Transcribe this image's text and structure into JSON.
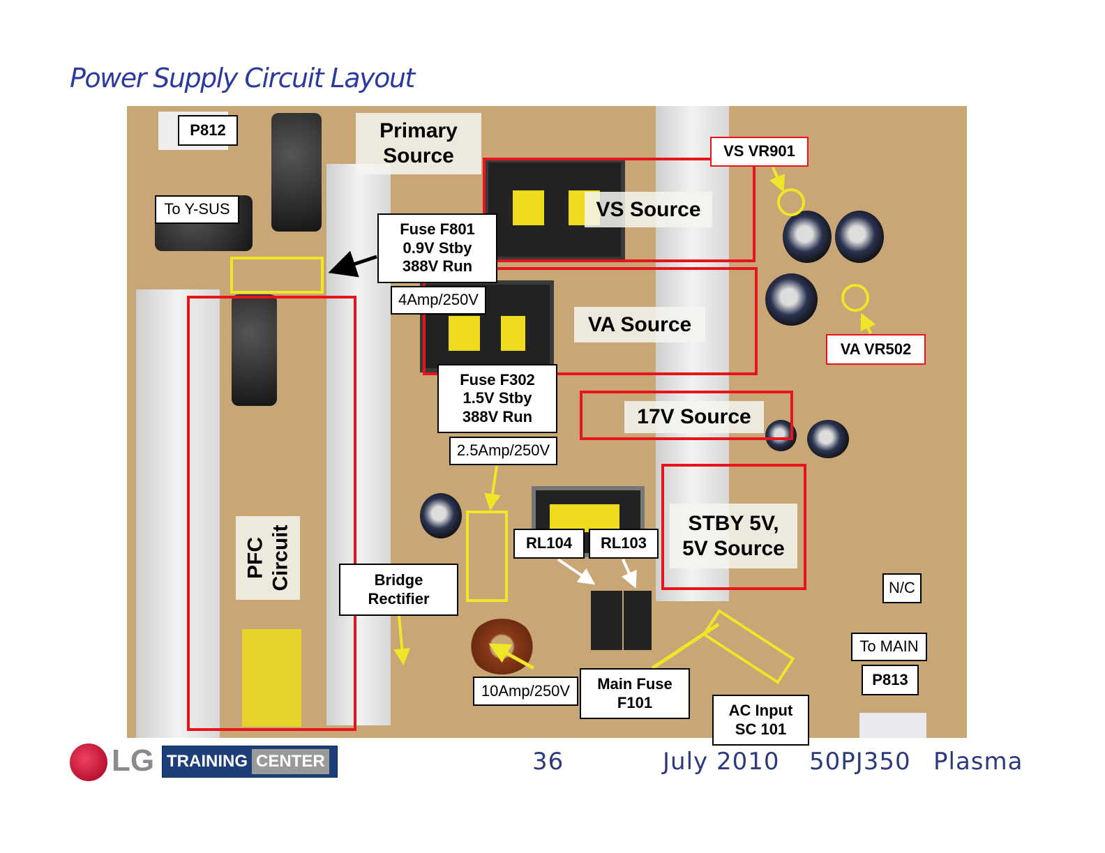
{
  "title": "Power Supply Circuit Layout",
  "labels": {
    "p812": "P812",
    "to_ysus": "To Y-SUS",
    "primary_source_1": "Primary",
    "primary_source_2": "Source",
    "fuse_f801": [
      "Fuse F801",
      "0.9V Stby",
      "388V Run"
    ],
    "f801_rating": "4Amp/250V",
    "vs_vr901": "VS VR901",
    "vs_source": "VS Source",
    "va_source": "VA Source",
    "va_vr502": "VA VR502",
    "fuse_f302": [
      "Fuse F302",
      "1.5V Stby",
      "388V Run"
    ],
    "f302_rating": "2.5Amp/250V",
    "v17_source": "17V Source",
    "stby": [
      "STBY 5V,",
      "5V Source"
    ],
    "nc": "N/C",
    "to_main": "To MAIN",
    "p813": "P813",
    "rl104": "RL104",
    "rl103": "RL103",
    "bridge": [
      "Bridge",
      "Rectifier"
    ],
    "f101_rating": "10Amp/250V",
    "main_fuse": [
      "Main Fuse",
      "F101"
    ],
    "ac_input": [
      "AC Input",
      "SC 101"
    ],
    "pfc": [
      "PFC",
      "Circuit"
    ]
  },
  "footer": {
    "logo": "LG",
    "training": "TRAINING",
    "center": "CENTER",
    "page": "36",
    "date": "July 2010",
    "model": "50PJ350",
    "type": "Plasma"
  },
  "colors": {
    "highlight_red": "#e8141b",
    "highlight_yellow": "#f0e628",
    "title_blue": "#2b3a9c"
  }
}
